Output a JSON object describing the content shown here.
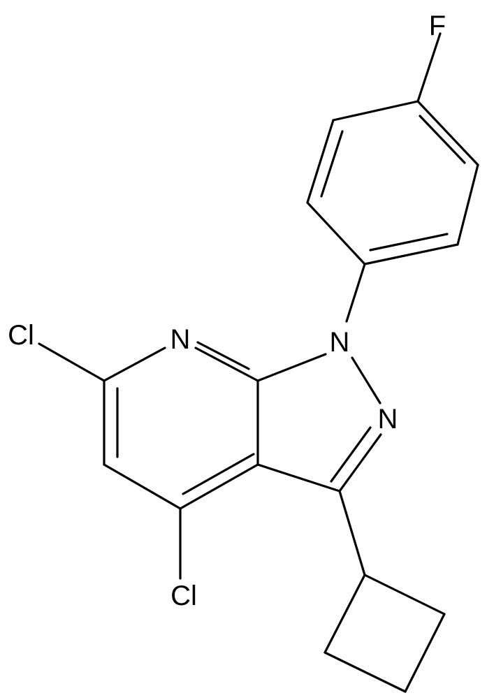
{
  "structure": {
    "atoms": {
      "F": "F",
      "N1": "N",
      "N_pyridine": "N",
      "N2": "N",
      "Cl_6": "Cl",
      "Cl_4": "Cl"
    },
    "colors": {
      "bond": "#000000",
      "label": "#000000",
      "background": "#ffffff"
    }
  }
}
